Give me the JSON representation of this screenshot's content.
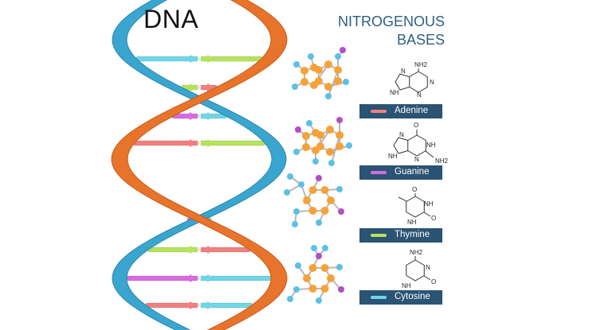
{
  "title": "DNA",
  "heading": [
    "NITROGENOUS",
    "BASES"
  ],
  "bases": [
    {
      "name": "Adenine",
      "color": "#f0807f"
    },
    {
      "name": "Guanine",
      "color": "#d86be0"
    },
    {
      "name": "Thymine",
      "color": "#b7e35b"
    },
    {
      "name": "Cytosine",
      "color": "#6fd6e6"
    }
  ],
  "formula_labels": {
    "adenine": {
      "nh2": "NH2",
      "nh": "NH",
      "n": "N"
    },
    "guanine": {
      "o": "O",
      "nh": "NH",
      "nh2": "NH2",
      "n": "N"
    },
    "thymine": {
      "o": "O",
      "nh": "NH",
      "n": "N"
    },
    "cytosine": {
      "nh2": "NH2",
      "nh": "NH",
      "o": "O",
      "n": "N"
    }
  },
  "colors": {
    "strand_orange": "#e8742c",
    "strand_blue": "#3aa6cf",
    "label_bg": "#2b5373",
    "heading": "#2f5f82",
    "atom_orange": "#f5a23a",
    "atom_blue": "#5cc0e6",
    "atom_purple": "#b24fc4"
  }
}
